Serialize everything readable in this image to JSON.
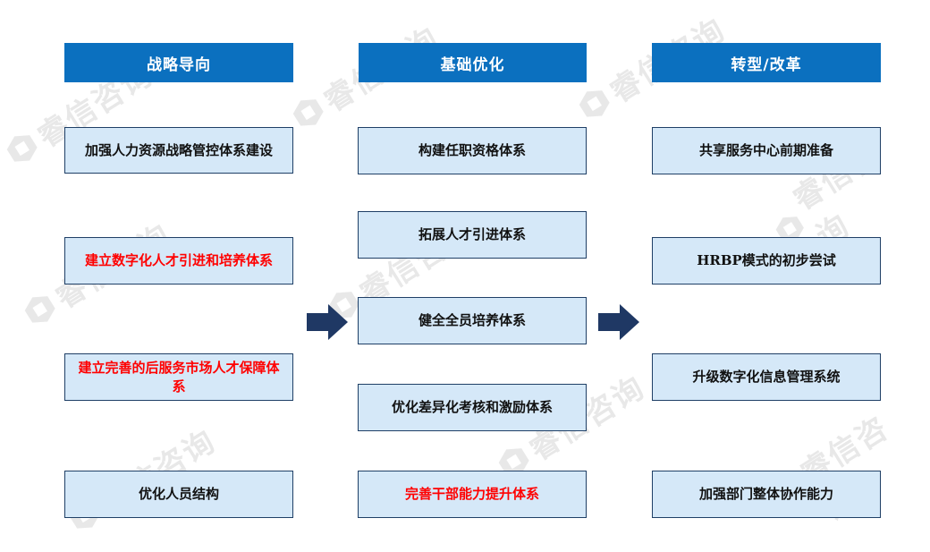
{
  "watermark": {
    "text": "睿信咨询",
    "icon": "hexagon-logo-icon"
  },
  "columns": [
    {
      "header": "战略导向",
      "items": [
        {
          "label": "加强人力资源战略管控体系建设",
          "highlight": false
        },
        {
          "label": "建立数字化人才引进和培养体系",
          "highlight": true
        },
        {
          "label": "建立完善的后服务市场人才保障体系",
          "highlight": true
        },
        {
          "label": "优化人员结构",
          "highlight": false
        }
      ]
    },
    {
      "header": "基础优化",
      "items": [
        {
          "label": "构建任职资格体系",
          "highlight": false
        },
        {
          "label": "拓展人才引进体系",
          "highlight": false
        },
        {
          "label": "健全全员培养体系",
          "highlight": false
        },
        {
          "label": "优化差异化考核和激励体系",
          "highlight": false
        },
        {
          "label": "完善干部能力提升体系",
          "highlight": true
        }
      ]
    },
    {
      "header": "转型/改革",
      "items": [
        {
          "label": "共享服务中心前期准备",
          "highlight": false
        },
        {
          "label": "HRBP模式的初步尝试",
          "highlight": false
        },
        {
          "label": "升级数字化信息管理系统",
          "highlight": false
        },
        {
          "label": "加强部门整体协作能力",
          "highlight": false
        }
      ]
    }
  ],
  "colors": {
    "header_bg": "#0b70bf",
    "box_bg": "#d5e8f8",
    "box_border": "#1f3f66",
    "highlight_text": "#ff0000",
    "arrow": "#1f3864"
  },
  "arrows": [
    "right-arrow-icon",
    "right-arrow-icon"
  ]
}
